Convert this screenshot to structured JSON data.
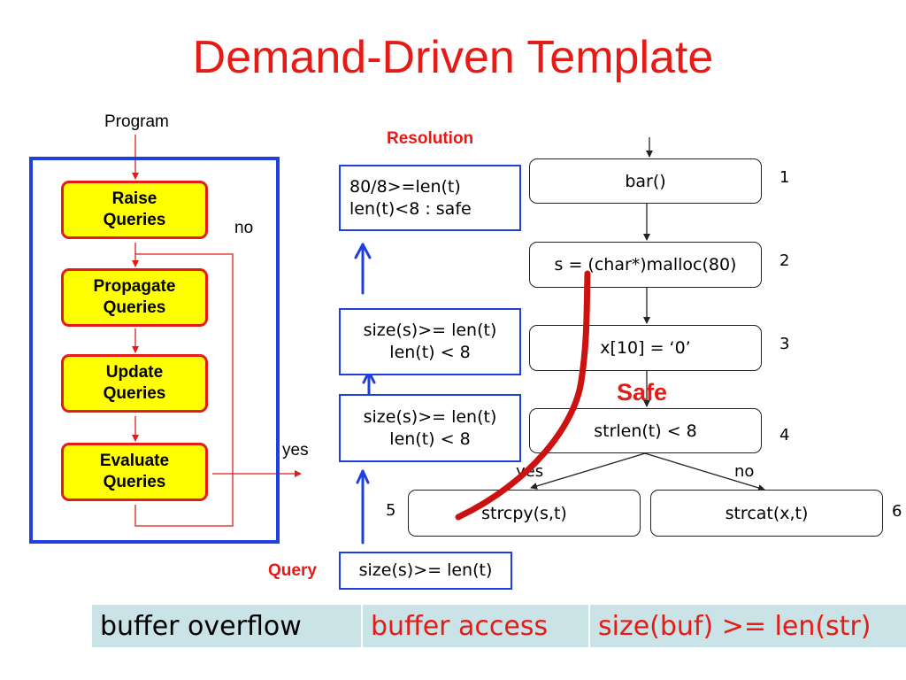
{
  "slide": {
    "title": "Demand-Driven Template"
  },
  "flowchart": {
    "program_label": "Program",
    "steps": [
      "Raise\nQueries",
      "Propagate\nQueries",
      "Update\nQueries",
      "Evaluate\nQueries"
    ],
    "no_label": "no",
    "yes_label": "yes"
  },
  "cfg": {
    "nodes": [
      {
        "id": "1",
        "text": "bar()"
      },
      {
        "id": "2",
        "text": "s = (char*)malloc(80)"
      },
      {
        "id": "3",
        "text": "x[10] = ‘0’"
      },
      {
        "id": "4",
        "text": "strlen(t) < 8"
      },
      {
        "id": "5",
        "text": "strcpy(s,t)"
      },
      {
        "id": "6",
        "text": "strcat(x,t)"
      }
    ],
    "yes_label": "yes",
    "no_label": "no",
    "safe_label": "Safe"
  },
  "queries": {
    "resolution_label": "Resolution",
    "query_label": "Query",
    "boxes": [
      "80/8>=len(t)\nlen(t)<8 : safe",
      "size(s)>= len(t)\nlen(t) < 8",
      "size(s)>= len(t)\nlen(t) < 8",
      "size(s)>= len(t)"
    ]
  },
  "table": {
    "cells": [
      "buffer overflow",
      "buffer access",
      "size(buf) >= len(str)"
    ]
  },
  "colors": {
    "title_red": "#e41b17",
    "box_blue": "#1f3fe0",
    "step_yellow": "#ffff00",
    "table_bg": "#c9e3e6",
    "table_text_black": "#000000"
  }
}
